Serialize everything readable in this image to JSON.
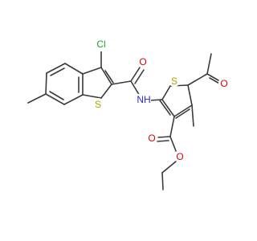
{
  "molecule": {
    "atom_labels": {
      "chlorine": "Cl",
      "thiophene_sulfur": "S",
      "benzothiophene_sulfur": "S",
      "amide_nitrogen": "NH",
      "amide_oxygen": "O",
      "acetyl_oxygen": "O",
      "ester_carbonyl_oxygen": "O",
      "ester_ether_oxygen": "O"
    },
    "colors": {
      "bond": "#3a3a3a",
      "chlorine": "#1fa51f",
      "sulfur": "#b5a000",
      "nitrogen": "#2a2ad6",
      "oxygen": "#e00000"
    }
  }
}
